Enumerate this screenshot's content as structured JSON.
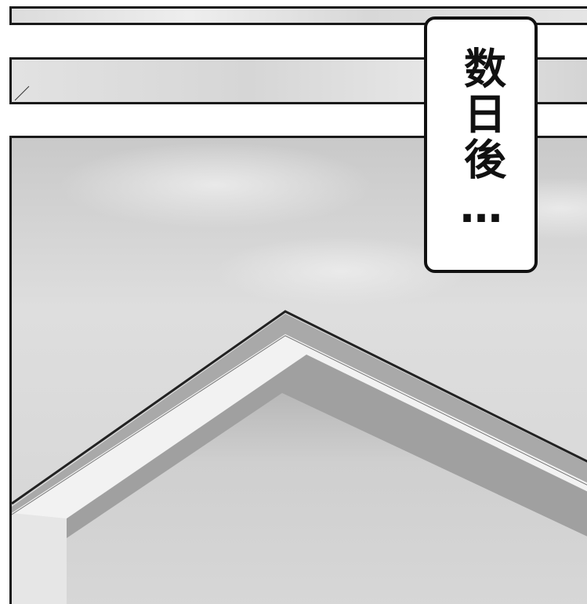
{
  "caption": {
    "text": "数日後…"
  },
  "colors": {
    "ink": "#111111",
    "paper": "#ffffff",
    "sky": "#d9d9d9",
    "wall": "#cfcfcf",
    "roof_trim": "#f4f4f4"
  },
  "icons": {
    "roof": "house-roof-drawing",
    "sky": "cloudy-sky-drawing"
  }
}
